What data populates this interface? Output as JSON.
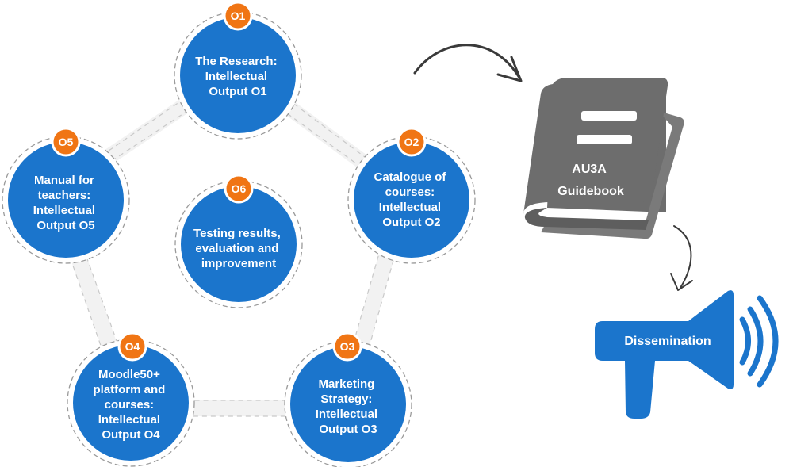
{
  "nodes": [
    {
      "id": "o1",
      "badge": "O1",
      "lines": [
        "The Research:",
        "Intellectual",
        "Output O1"
      ]
    },
    {
      "id": "o2",
      "badge": "O2",
      "lines": [
        "Catalogue of",
        "courses:",
        "Intellectual",
        "Output O2"
      ]
    },
    {
      "id": "o3",
      "badge": "O3",
      "lines": [
        "Marketing",
        "Strategy:",
        "Intellectual",
        "Output O3"
      ]
    },
    {
      "id": "o4",
      "badge": "O4",
      "lines": [
        "Moodle50+",
        "platform and",
        "courses:",
        "Intellectual",
        "Output O4"
      ]
    },
    {
      "id": "o5",
      "badge": "O5",
      "lines": [
        "Manual for",
        "teachers:",
        "Intellectual",
        "Output O5"
      ]
    },
    {
      "id": "o6",
      "badge": "O6",
      "lines": [
        "Testing results,",
        "evaluation and",
        "improvement"
      ]
    }
  ],
  "book": {
    "lines": [
      "AU3A",
      "Guidebook"
    ]
  },
  "megaphone": {
    "label": "Dissemination"
  },
  "colors": {
    "node_fill": "#1b75cc",
    "badge_fill": "#f07514",
    "ring_track": "#f2f2f2",
    "book_fill": "#6d6d6d",
    "megaphone_fill": "#1b75cc",
    "arrow": "#3a3a3a"
  }
}
